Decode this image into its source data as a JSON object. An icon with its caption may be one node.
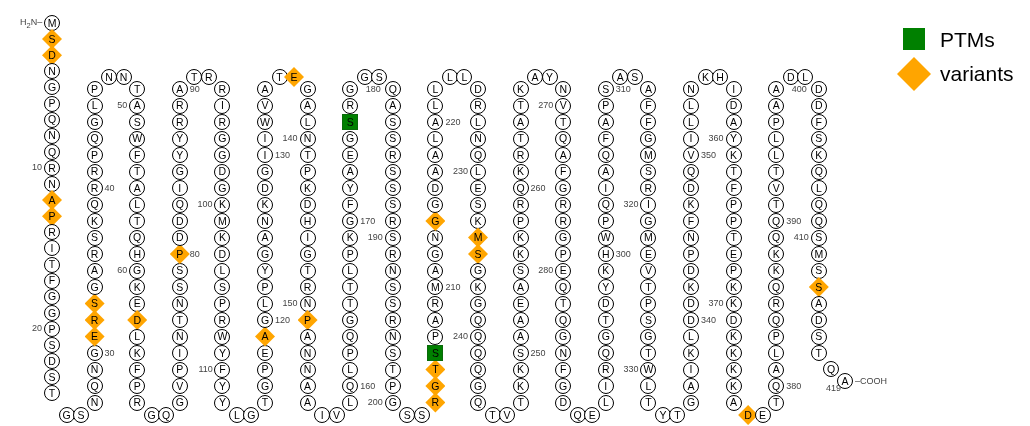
{
  "diagram": {
    "nodes": [
      {
        "text": [
          "M"
        ],
        "beside": [
          "H$_{2}$N–"
        ]
      },
      {
        "text": [
          "S"
        ]
      },
      {
        "text": [
          "D"
        ]
      },
      {
        "text": [
          "N"
        ]
      },
      {
        "text": [
          "G"
        ]
      },
      {
        "text": [
          "P"
        ]
      },
      {
        "text": [
          "Q"
        ]
      },
      {
        "text": [
          "N"
        ]
      },
      {
        "text": [
          "Q"
        ]
      },
      {
        "text": [
          "R"
        ],
        "beside": [
          "10"
        ]
      },
      {
        "text": [
          "N"
        ]
      },
      {
        "text": [
          "A"
        ]
      },
      {
        "text": [
          "P"
        ]
      },
      {
        "text": [
          "R"
        ]
      },
      {
        "text": [
          "I"
        ]
      },
      {
        "text": [
          "T"
        ]
      },
      {
        "text": [
          "F"
        ]
      },
      {
        "text": [
          "G"
        ]
      },
      {
        "text": [
          "G"
        ]
      },
      {
        "text": [
          "P"
        ],
        "beside": [
          "20"
        ]
      },
      {
        "text": [
          "S"
        ]
      },
      {
        "text": [
          "D"
        ]
      },
      {
        "text": [
          "S"
        ]
      },
      {
        "text": [
          "T"
        ]
      },
      {
        "text": [
          "G"
        ]
      },
      {
        "text": [
          "S"
        ]
      },
      {
        "text": [
          "N"
        ]
      },
      {
        "text": [
          "Q"
        ]
      },
      {
        "text": [
          "N"
        ]
      },
      {
        "text": [
          "G"
        ],
        "beside": [
          "30"
        ]
      },
      {
        "text": [
          "E"
        ]
      },
      {
        "text": [
          "R"
        ]
      },
      {
        "text": [
          "S"
        ]
      },
      {
        "text": [
          "G"
        ]
      },
      {
        "text": [
          "A"
        ]
      },
      {
        "text": [
          "R"
        ]
      },
      {
        "text": [
          "S"
        ]
      },
      {
        "text": [
          "K"
        ]
      },
      {
        "text": [
          "Q"
        ]
      },
      {
        "text": [
          "R"
        ],
        "beside": [
          "40"
        ]
      },
      {
        "text": [
          "R"
        ]
      },
      {
        "text": [
          "P"
        ]
      },
      {
        "text": [
          "Q"
        ]
      },
      {
        "text": [
          "G"
        ]
      },
      {
        "text": [
          "L"
        ]
      },
      {
        "text": [
          "P"
        ]
      },
      {
        "text": [
          "N"
        ]
      },
      {
        "text": [
          "N"
        ]
      },
      {
        "text": [
          "T"
        ]
      },
      {
        "text": [
          "A"
        ],
        "beside": [
          "50"
        ]
      },
      {
        "text": [
          "S"
        ]
      },
      {
        "text": [
          "W"
        ]
      },
      {
        "text": [
          "F"
        ]
      },
      {
        "text": [
          "T"
        ]
      },
      {
        "text": [
          "A"
        ]
      },
      {
        "text": [
          "L"
        ]
      },
      {
        "text": [
          "T"
        ]
      },
      {
        "text": [
          "Q"
        ]
      },
      {
        "text": [
          "H"
        ]
      },
      {
        "text": [
          "G"
        ],
        "beside": [
          "60"
        ]
      },
      {
        "text": [
          "K"
        ]
      },
      {
        "text": [
          "E"
        ]
      },
      {
        "text": [
          "D"
        ]
      },
      {
        "text": [
          "L"
        ]
      },
      {
        "text": [
          "K"
        ]
      },
      {
        "text": [
          "F"
        ]
      },
      {
        "text": [
          "P"
        ]
      },
      {
        "text": [
          "R"
        ]
      },
      {
        "text": [
          "G"
        ]
      },
      {
        "text": [
          "Q"
        ]
      },
      {
        "text": [
          "G"
        ]
      },
      {
        "text": [
          "V"
        ]
      },
      {
        "text": [
          "P"
        ]
      },
      {
        "text": [
          "I"
        ]
      },
      {
        "text": [
          "N"
        ]
      },
      {
        "text": [
          "T"
        ]
      },
      {
        "text": [
          "N"
        ]
      },
      {
        "text": [
          "S"
        ]
      },
      {
        "text": [
          "S"
        ]
      },
      {
        "text": [
          "P"
        ],
        "beside": [
          "80"
        ]
      },
      {
        "text": [
          "D"
        ]
      },
      {
        "text": [
          "D"
        ]
      },
      {
        "text": [
          "Q"
        ]
      },
      {
        "text": [
          "I"
        ]
      },
      {
        "text": [
          "G"
        ]
      },
      {
        "text": [
          "Y"
        ]
      },
      {
        "text": [
          "Y"
        ]
      },
      {
        "text": [
          "R"
        ]
      },
      {
        "text": [
          "R"
        ]
      },
      {
        "text": [
          "A"
        ],
        "beside": [
          "90"
        ]
      },
      {
        "text": [
          "T"
        ]
      },
      {
        "text": [
          "R"
        ]
      },
      {
        "text": [
          "R"
        ]
      },
      {
        "text": [
          "I"
        ]
      },
      {
        "text": [
          "R"
        ]
      },
      {
        "text": [
          "G"
        ]
      },
      {
        "text": [
          "G"
        ]
      },
      {
        "text": [
          "D"
        ]
      },
      {
        "text": [
          "G"
        ]
      },
      {
        "text": [
          "K"
        ],
        "beside": [
          "100"
        ]
      },
      {
        "text": [
          "M"
        ]
      },
      {
        "text": [
          "K"
        ]
      },
      {
        "text": [
          "D"
        ]
      },
      {
        "text": [
          "L"
        ]
      },
      {
        "text": [
          "S"
        ]
      },
      {
        "text": [
          "P"
        ]
      },
      {
        "text": [
          "R"
        ]
      },
      {
        "text": [
          "W"
        ]
      },
      {
        "text": [
          "Y"
        ]
      },
      {
        "text": [
          "F"
        ],
        "beside": [
          "110"
        ]
      },
      {
        "text": [
          "Y"
        ]
      },
      {
        "text": [
          "Y"
        ]
      },
      {
        "text": [
          "L"
        ]
      },
      {
        "text": [
          "G"
        ]
      },
      {
        "text": [
          "T"
        ]
      },
      {
        "text": [
          "G"
        ]
      },
      {
        "text": [
          "P"
        ]
      },
      {
        "text": [
          "E"
        ]
      },
      {
        "text": [
          "A"
        ]
      },
      {
        "text": [
          "G"
        ],
        "beside": [
          "120"
        ]
      },
      {
        "text": [
          "L"
        ]
      },
      {
        "text": [
          "P"
        ]
      },
      {
        "text": [
          "Y"
        ]
      },
      {
        "text": [
          "G"
        ]
      },
      {
        "text": [
          "A"
        ]
      },
      {
        "text": [
          "N"
        ]
      },
      {
        "text": [
          "K"
        ]
      },
      {
        "text": [
          "D"
        ]
      },
      {
        "text": [
          "G"
        ]
      },
      {
        "text": [
          "I"
        ],
        "beside": [
          "130"
        ]
      },
      {
        "text": [
          "I"
        ]
      },
      {
        "text": [
          "W"
        ]
      },
      {
        "text": [
          "V"
        ]
      },
      {
        "text": [
          "A"
        ]
      },
      {
        "text": [
          "T"
        ]
      },
      {
        "text": [
          "E"
        ]
      },
      {
        "text": [
          "G"
        ]
      },
      {
        "text": [
          "A"
        ]
      },
      {
        "text": [
          "L"
        ]
      },
      {
        "text": [
          "N"
        ],
        "beside": [
          "140"
        ]
      },
      {
        "text": [
          "T"
        ]
      },
      {
        "text": [
          "P"
        ]
      },
      {
        "text": [
          "K"
        ]
      },
      {
        "text": [
          "D"
        ]
      },
      {
        "text": [
          "H"
        ]
      },
      {
        "text": [
          "I"
        ]
      },
      {
        "text": [
          "G"
        ]
      },
      {
        "text": [
          "T"
        ]
      },
      {
        "text": [
          "R"
        ]
      },
      {
        "text": [
          "N"
        ],
        "beside": [
          "150"
        ]
      },
      {
        "text": [
          "P"
        ]
      },
      {
        "text": [
          "A"
        ]
      },
      {
        "text": [
          "N"
        ]
      },
      {
        "text": [
          "N"
        ]
      },
      {
        "text": [
          "A"
        ]
      },
      {
        "text": [
          "A"
        ]
      },
      {
        "text": [
          "I"
        ]
      },
      {
        "text": [
          "V"
        ]
      },
      {
        "text": [
          "L"
        ]
      },
      {
        "text": [
          "Q"
        ],
        "beside": [
          "160"
        ]
      },
      {
        "text": [
          "L"
        ]
      },
      {
        "text": [
          "P"
        ]
      },
      {
        "text": [
          "Q"
        ]
      },
      {
        "text": [
          "G"
        ]
      },
      {
        "text": [
          "T"
        ]
      },
      {
        "text": [
          "T"
        ]
      },
      {
        "text": [
          "L"
        ]
      },
      {
        "text": [
          "P"
        ]
      },
      {
        "text": [
          "K"
        ]
      },
      {
        "text": [
          "G"
        ],
        "beside": [
          "170"
        ]
      },
      {
        "text": [
          "F"
        ]
      },
      {
        "text": [
          "Y"
        ]
      },
      {
        "text": [
          "A"
        ]
      },
      {
        "text": [
          "E"
        ]
      },
      {
        "text": [
          "G"
        ]
      },
      {
        "text": [
          "S"
        ]
      },
      {
        "text": [
          "R"
        ]
      },
      {
        "text": [
          "G"
        ]
      },
      {
        "text": [
          "G"
        ]
      },
      {
        "text": [
          "S"
        ],
        "beside": [
          "180"
        ]
      },
      {
        "text": [
          "Q"
        ]
      },
      {
        "text": [
          "A"
        ]
      },
      {
        "text": [
          "S"
        ]
      },
      {
        "text": [
          "S"
        ]
      },
      {
        "text": [
          "R"
        ]
      },
      {
        "text": [
          "S"
        ]
      },
      {
        "text": [
          "S"
        ]
      },
      {
        "text": [
          "S"
        ]
      },
      {
        "text": [
          "R"
        ]
      },
      {
        "text": [
          "S"
        ],
        "beside": [
          "190"
        ]
      },
      {
        "text": [
          "R"
        ]
      },
      {
        "text": [
          "N"
        ]
      },
      {
        "text": [
          "S"
        ]
      },
      {
        "text": [
          "S"
        ]
      },
      {
        "text": [
          "R"
        ]
      },
      {
        "text": [
          "N"
        ]
      },
      {
        "text": [
          "S"
        ]
      },
      {
        "text": [
          "T"
        ]
      },
      {
        "text": [
          "P"
        ]
      },
      {
        "text": [
          "G"
        ],
        "beside": [
          "200"
        ]
      },
      {
        "text": [
          "S"
        ]
      },
      {
        "text": [
          "S"
        ]
      },
      {
        "text": [
          "R"
        ]
      },
      {
        "text": [
          "G"
        ]
      },
      {
        "text": [
          "T"
        ]
      },
      {
        "text": [
          "S"
        ]
      },
      {
        "text": [
          "P"
        ]
      },
      {
        "text": [
          "A"
        ]
      },
      {
        "text": [
          "R"
        ]
      },
      {
        "text": [
          "M"
        ],
        "beside": [
          "210"
        ]
      },
      {
        "text": [
          "A"
        ]
      },
      {
        "text": [
          "G"
        ]
      },
      {
        "text": [
          "N"
        ]
      },
      {
        "text": [
          "G"
        ]
      },
      {
        "text": [
          "G"
        ]
      },
      {
        "text": [
          "D"
        ]
      },
      {
        "text": [
          "A"
        ]
      },
      {
        "text": [
          "A"
        ]
      },
      {
        "text": [
          "L"
        ]
      },
      {
        "text": [
          "A"
        ],
        "beside": [
          "220"
        ]
      },
      {
        "text": [
          "L"
        ]
      },
      {
        "text": [
          "L"
        ]
      },
      {
        "text": [
          "L"
        ]
      },
      {
        "text": [
          "L"
        ]
      },
      {
        "text": [
          "D"
        ]
      },
      {
        "text": [
          "R"
        ]
      },
      {
        "text": [
          "L"
        ]
      },
      {
        "text": [
          "N"
        ]
      },
      {
        "text": [
          "Q"
        ]
      },
      {
        "text": [
          "L"
        ],
        "beside": [
          "230"
        ]
      },
      {
        "text": [
          "E"
        ]
      },
      {
        "text": [
          "S"
        ]
      },
      {
        "text": [
          "K"
        ]
      },
      {
        "text": [
          "M"
        ]
      },
      {
        "text": [
          "S"
        ]
      },
      {
        "text": [
          "G"
        ]
      },
      {
        "text": [
          "K"
        ]
      },
      {
        "text": [
          "G"
        ]
      },
      {
        "text": [
          "Q"
        ]
      },
      {
        "text": [
          "Q"
        ],
        "beside": [
          "240"
        ]
      },
      {
        "text": [
          "Q"
        ]
      },
      {
        "text": [
          "Q"
        ]
      },
      {
        "text": [
          "G"
        ]
      },
      {
        "text": [
          "Q"
        ]
      },
      {
        "text": [
          "T"
        ]
      },
      {
        "text": [
          "V"
        ]
      },
      {
        "text": [
          "T"
        ]
      },
      {
        "text": [
          "K"
        ]
      },
      {
        "text": [
          "K"
        ]
      },
      {
        "text": [
          "S"
        ],
        "beside": [
          "250"
        ]
      },
      {
        "text": [
          "A"
        ]
      },
      {
        "text": [
          "A"
        ]
      },
      {
        "text": [
          "E"
        ]
      },
      {
        "text": [
          "A"
        ]
      },
      {
        "text": [
          "S"
        ]
      },
      {
        "text": [
          "K"
        ]
      },
      {
        "text": [
          "K"
        ]
      },
      {
        "text": [
          "P"
        ]
      },
      {
        "text": [
          "R"
        ]
      },
      {
        "text": [
          "Q"
        ],
        "beside": [
          "260"
        ]
      },
      {
        "text": [
          "K"
        ]
      },
      {
        "text": [
          "R"
        ]
      },
      {
        "text": [
          "T"
        ]
      },
      {
        "text": [
          "A"
        ]
      },
      {
        "text": [
          "T"
        ]
      },
      {
        "text": [
          "K"
        ]
      },
      {
        "text": [
          "A"
        ]
      },
      {
        "text": [
          "Y"
        ]
      },
      {
        "text": [
          "N"
        ]
      },
      {
        "text": [
          "V"
        ],
        "beside": [
          "270"
        ]
      },
      {
        "text": [
          "T"
        ]
      },
      {
        "text": [
          "Q"
        ]
      },
      {
        "text": [
          "A"
        ]
      },
      {
        "text": [
          "F"
        ]
      },
      {
        "text": [
          "G"
        ]
      },
      {
        "text": [
          "R"
        ]
      },
      {
        "text": [
          "R"
        ]
      },
      {
        "text": [
          "G"
        ]
      },
      {
        "text": [
          "P"
        ]
      },
      {
        "text": [
          "E"
        ],
        "beside": [
          "280"
        ]
      },
      {
        "text": [
          "Q"
        ]
      },
      {
        "text": [
          "T"
        ]
      },
      {
        "text": [
          "Q"
        ]
      },
      {
        "text": [
          "G"
        ]
      },
      {
        "text": [
          "N"
        ]
      },
      {
        "text": [
          "F"
        ]
      },
      {
        "text": [
          "G"
        ]
      },
      {
        "text": [
          "D"
        ]
      },
      {
        "text": [
          "Q"
        ]
      },
      {
        "text": [
          "E"
        ]
      },
      {
        "text": [
          "L"
        ]
      },
      {
        "text": [
          "I"
        ]
      },
      {
        "text": [
          "R"
        ]
      },
      {
        "text": [
          "Q"
        ]
      },
      {
        "text": [
          "G"
        ]
      },
      {
        "text": [
          "T"
        ]
      },
      {
        "text": [
          "D"
        ]
      },
      {
        "text": [
          "Y"
        ]
      },
      {
        "text": [
          "K"
        ]
      },
      {
        "text": [
          "H"
        ],
        "beside": [
          "300"
        ]
      },
      {
        "text": [
          "W"
        ]
      },
      {
        "text": [
          "P"
        ]
      },
      {
        "text": [
          "Q"
        ]
      },
      {
        "text": [
          "I"
        ]
      },
      {
        "text": [
          "A"
        ]
      },
      {
        "text": [
          "Q"
        ]
      },
      {
        "text": [
          "F"
        ]
      },
      {
        "text": [
          "A"
        ]
      },
      {
        "text": [
          "P"
        ]
      },
      {
        "text": [
          "S"
        ],
        "beside": [
          "310"
        ]
      },
      {
        "text": [
          "A"
        ]
      },
      {
        "text": [
          "S"
        ]
      },
      {
        "text": [
          "A"
        ]
      },
      {
        "text": [
          "F"
        ]
      },
      {
        "text": [
          "F"
        ]
      },
      {
        "text": [
          "G"
        ]
      },
      {
        "text": [
          "M"
        ]
      },
      {
        "text": [
          "S"
        ]
      },
      {
        "text": [
          "R"
        ]
      },
      {
        "text": [
          "I"
        ],
        "beside": [
          "320"
        ]
      },
      {
        "text": [
          "G"
        ]
      },
      {
        "text": [
          "M"
        ]
      },
      {
        "text": [
          "E"
        ]
      },
      {
        "text": [
          "V"
        ]
      },
      {
        "text": [
          "T"
        ]
      },
      {
        "text": [
          "P"
        ]
      },
      {
        "text": [
          "S"
        ]
      },
      {
        "text": [
          "G"
        ]
      },
      {
        "text": [
          "T"
        ]
      },
      {
        "text": [
          "W"
        ],
        "beside": [
          "330"
        ]
      },
      {
        "text": [
          "L"
        ]
      },
      {
        "text": [
          "T"
        ]
      },
      {
        "text": [
          "Y"
        ]
      },
      {
        "text": [
          "T"
        ]
      },
      {
        "text": [
          "G"
        ]
      },
      {
        "text": [
          "A"
        ]
      },
      {
        "text": [
          "I"
        ]
      },
      {
        "text": [
          "K"
        ]
      },
      {
        "text": [
          "L"
        ]
      },
      {
        "text": [
          "D"
        ],
        "beside": [
          "340"
        ]
      },
      {
        "text": [
          "D"
        ]
      },
      {
        "text": [
          "K"
        ]
      },
      {
        "text": [
          "D"
        ]
      },
      {
        "text": [
          "P"
        ]
      },
      {
        "text": [
          "N"
        ]
      },
      {
        "text": [
          "F"
        ]
      },
      {
        "text": [
          "K"
        ]
      },
      {
        "text": [
          "D"
        ]
      },
      {
        "text": [
          "Q"
        ]
      },
      {
        "text": [
          "V"
        ],
        "beside": [
          "350"
        ]
      },
      {
        "text": [
          "I"
        ]
      },
      {
        "text": [
          "L"
        ]
      },
      {
        "text": [
          "L"
        ]
      },
      {
        "text": [
          "N"
        ]
      },
      {
        "text": [
          "K"
        ]
      },
      {
        "text": [
          "H"
        ]
      },
      {
        "text": [
          "I"
        ]
      },
      {
        "text": [
          "D"
        ]
      },
      {
        "text": [
          "A"
        ]
      },
      {
        "text": [
          "Y"
        ],
        "beside": [
          "360"
        ]
      },
      {
        "text": [
          "K"
        ]
      },
      {
        "text": [
          "T"
        ]
      },
      {
        "text": [
          "F"
        ]
      },
      {
        "text": [
          "P"
        ]
      },
      {
        "text": [
          "P"
        ]
      },
      {
        "text": [
          "T"
        ]
      },
      {
        "text": [
          "E"
        ]
      },
      {
        "text": [
          "P"
        ]
      },
      {
        "text": [
          "K"
        ]
      },
      {
        "text": [
          "K"
        ],
        "beside": [
          "370"
        ]
      },
      {
        "text": [
          "D"
        ]
      },
      {
        "text": [
          "K"
        ]
      },
      {
        "text": [
          "K"
        ]
      },
      {
        "text": [
          "K"
        ]
      },
      {
        "text": [
          "K"
        ]
      },
      {
        "text": [
          "A"
        ]
      },
      {
        "text": [
          "D"
        ]
      },
      {
        "text": [
          "E"
        ]
      },
      {
        "text": [
          "T"
        ]
      },
      {
        "text": [
          "Q"
        ],
        "beside": [
          "380"
        ]
      },
      {
        "text": [
          "A"
        ]
      },
      {
        "text": [
          "L"
        ]
      },
      {
        "text": [
          "P"
        ]
      },
      {
        "text": [
          "Q"
        ]
      },
      {
        "text": [
          "R"
        ]
      },
      {
        "text": [
          "Q"
        ]
      },
      {
        "text": [
          "K"
        ]
      },
      {
        "text": [
          "K"
        ]
      },
      {
        "text": [
          "Q"
        ]
      },
      {
        "text": [
          "Q"
        ],
        "beside": [
          "390"
        ]
      },
      {
        "text": [
          "T"
        ]
      },
      {
        "text": [
          "V"
        ]
      },
      {
        "text": [
          "T"
        ]
      },
      {
        "text": [
          "L"
        ]
      },
      {
        "text": [
          "L"
        ]
      },
      {
        "text": [
          "P"
        ]
      },
      {
        "text": [
          "A"
        ]
      },
      {
        "text": [
          "A"
        ]
      },
      {
        "text": [
          "D"
        ]
      },
      {
        "text": [
          "L"
        ],
        "beside": [
          "400"
        ]
      },
      {
        "text": [
          "D"
        ]
      },
      {
        "text": [
          "D"
        ]
      },
      {
        "text": [
          "F"
        ]
      },
      {
        "text": [
          "S"
        ]
      },
      {
        "text": [
          "K"
        ]
      },
      {
        "text": [
          "Q"
        ]
      },
      {
        "text": [
          "L"
        ]
      },
      {
        "text": [
          "Q"
        ]
      },
      {
        "text": [
          "Q"
        ]
      },
      {
        "text": [
          "S"
        ],
        "beside": [
          "410"
        ]
      },
      {
        "text": [
          "M"
        ]
      },
      {
        "text": [
          "S"
        ]
      },
      {
        "text": [
          "S"
        ]
      },
      {
        "text": [
          "A"
        ]
      },
      {
        "text": [
          "D"
        ]
      },
      {
        "text": [
          "S"
        ]
      },
      {
        "text": [
          "T"
        ]
      },
      {
        "text": [
          "Q"
        ]
      },
      {
        "text": [
          "A"
        ],
        "beside": [
          "419",
          "–COOH"
        ]
      }
    ],
    "legend": [
      {
        "text": "PTMs",
        "color": "#008000"
      },
      {
        "text": "variants",
        "color": "#ffa500"
      }
    ]
  }
}
